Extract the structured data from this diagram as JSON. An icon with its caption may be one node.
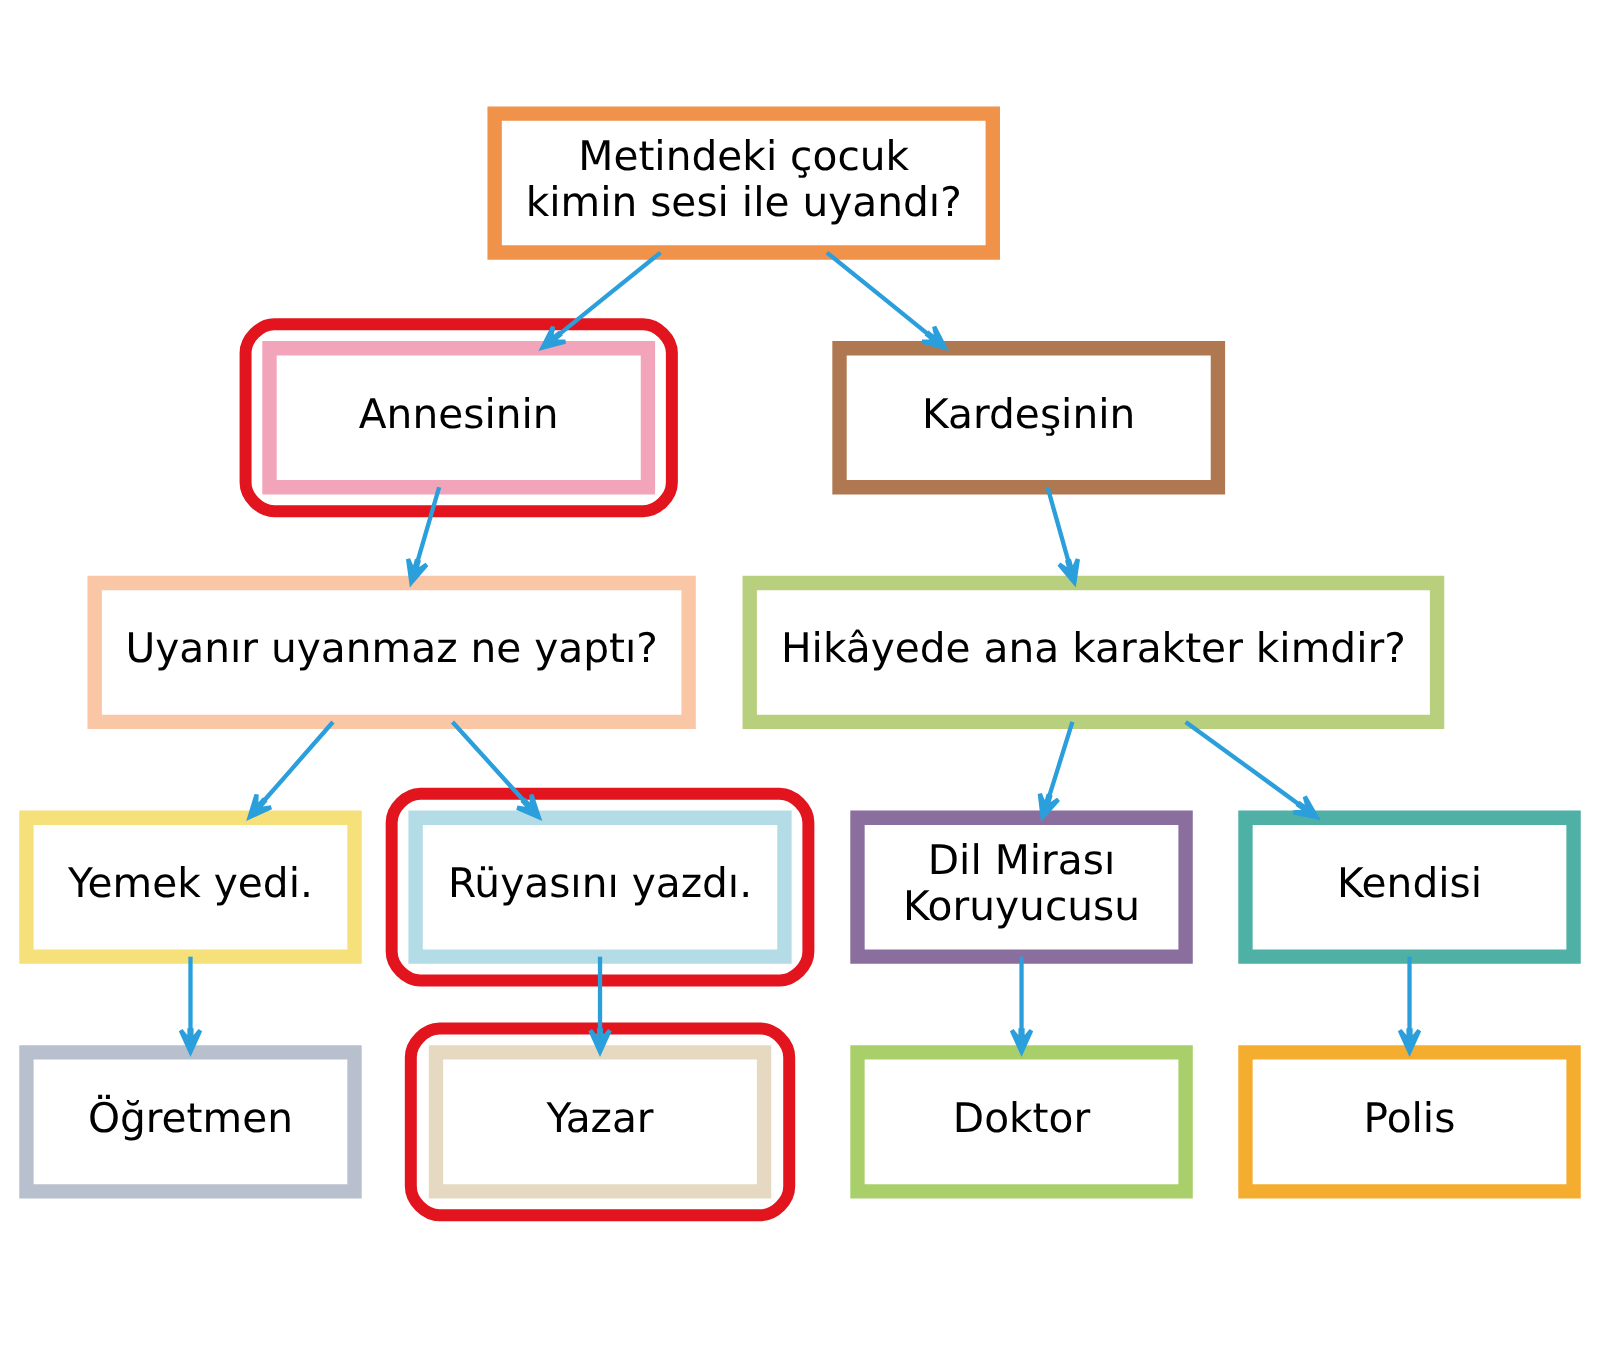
{
  "diagram": {
    "nodes": [
      {
        "text": [
          "Metindeki çocuk kimin sesi ile uyandı?"
        ]
      },
      {
        "text": [],
        "shape": "box"
      },
      {
        "text": [
          "Annesinin"
        ],
        "in": 1
      },
      {
        "text": [
          "Kardeşinin"
        ]
      },
      {
        "text": [
          "Uyanır uyanmaz ne yaptı?"
        ]
      },
      {
        "text": [
          "Hikâyede ana karakter kimdir?"
        ]
      },
      {
        "text": [
          "Yemek yedi."
        ]
      },
      {
        "text": [],
        "shape": "box"
      },
      {
        "text": [
          "Rüyasını yazdı."
        ],
        "in": 7
      },
      {
        "text": [
          "Dil Mirası Koruyucusu"
        ]
      },
      {
        "text": [
          "Kendisi"
        ]
      },
      {
        "text": [
          "Öğretmen"
        ]
      },
      {
        "text": [],
        "shape": "box"
      },
      {
        "text": [
          "Yazar"
        ],
        "in": 12
      },
      {
        "text": [
          "Doktor"
        ]
      },
      {
        "text": [
          "Polis"
        ]
      }
    ],
    "edges": [
      {
        "from": 0,
        "to": 2,
        "arrow": "to"
      },
      {
        "from": 0,
        "to": 3,
        "arrow": "to"
      },
      {
        "from": 2,
        "to": 4,
        "arrow": "to"
      },
      {
        "from": 3,
        "to": 5,
        "arrow": "to"
      },
      {
        "from": 4,
        "to": 6,
        "arrow": "to"
      },
      {
        "from": 4,
        "to": 8,
        "arrow": "to"
      },
      {
        "from": 5,
        "to": 9,
        "arrow": "to"
      },
      {
        "from": 5,
        "to": 10,
        "arrow": "to"
      },
      {
        "from": 6,
        "to": 11,
        "arrow": "to"
      },
      {
        "from": 8,
        "to": 13,
        "arrow": "to"
      },
      {
        "from": 9,
        "to": 14,
        "arrow": "to"
      },
      {
        "from": 10,
        "to": 15,
        "arrow": "to"
      }
    ]
  }
}
